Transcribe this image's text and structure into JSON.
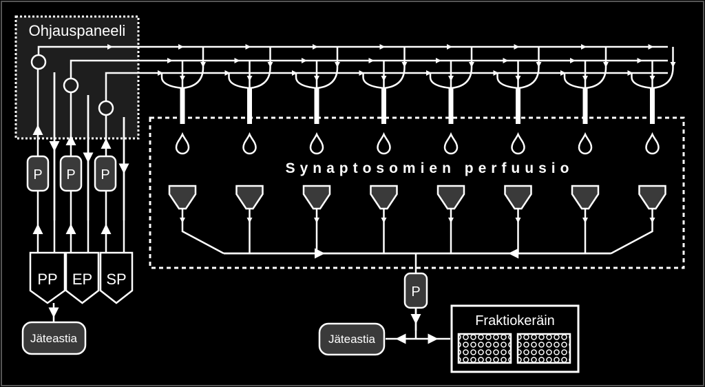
{
  "control_panel": {
    "label": "Ohjauspaneeli"
  },
  "pump_label": "P",
  "reservoirs": [
    {
      "id": "pp",
      "label": "PP"
    },
    {
      "id": "ep",
      "label": "EP"
    },
    {
      "id": "sp",
      "label": "SP"
    }
  ],
  "waste_label": "Jäteastia",
  "perfusion": {
    "label": "Synaptosomien perfuusio",
    "chamber_count": 8
  },
  "collector": {
    "label": "Fraktiokeräin",
    "rack_count": 2
  },
  "colors": {
    "background": "#000000",
    "line": "#ffffff",
    "box_fill": "#3a3a3a",
    "panel_fill": "#1e1e1e"
  }
}
